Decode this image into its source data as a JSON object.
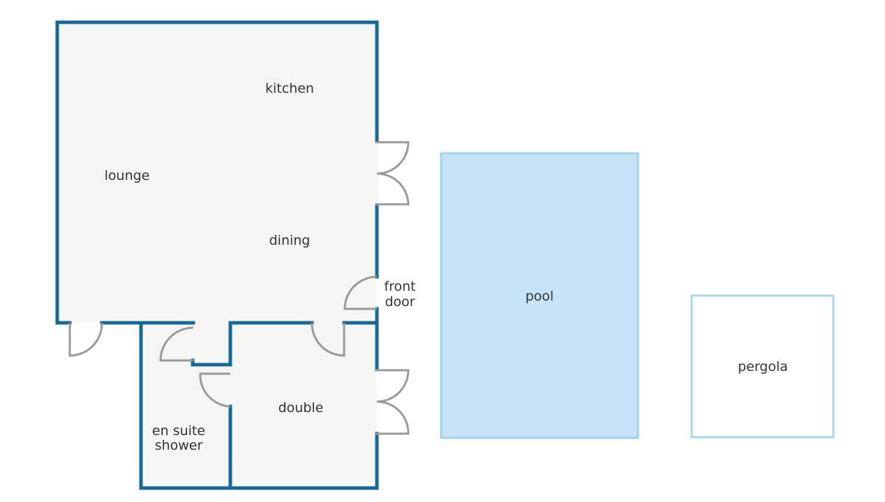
{
  "rooms": {
    "kitchen": "kitchen",
    "lounge": "lounge",
    "dining": "dining",
    "front_door": [
      "front",
      "door"
    ],
    "double": "double",
    "en_suite": [
      "en suite",
      "shower"
    ],
    "pool": "pool",
    "pergola": "pergola"
  },
  "colors": {
    "wall": "#14699c",
    "door": "#999999",
    "floor": "#f5f5f4",
    "pool_fill": "#c4e3f6",
    "pool_edge": "#9ed3ec",
    "pergola_edge": "#a6d6ec"
  }
}
